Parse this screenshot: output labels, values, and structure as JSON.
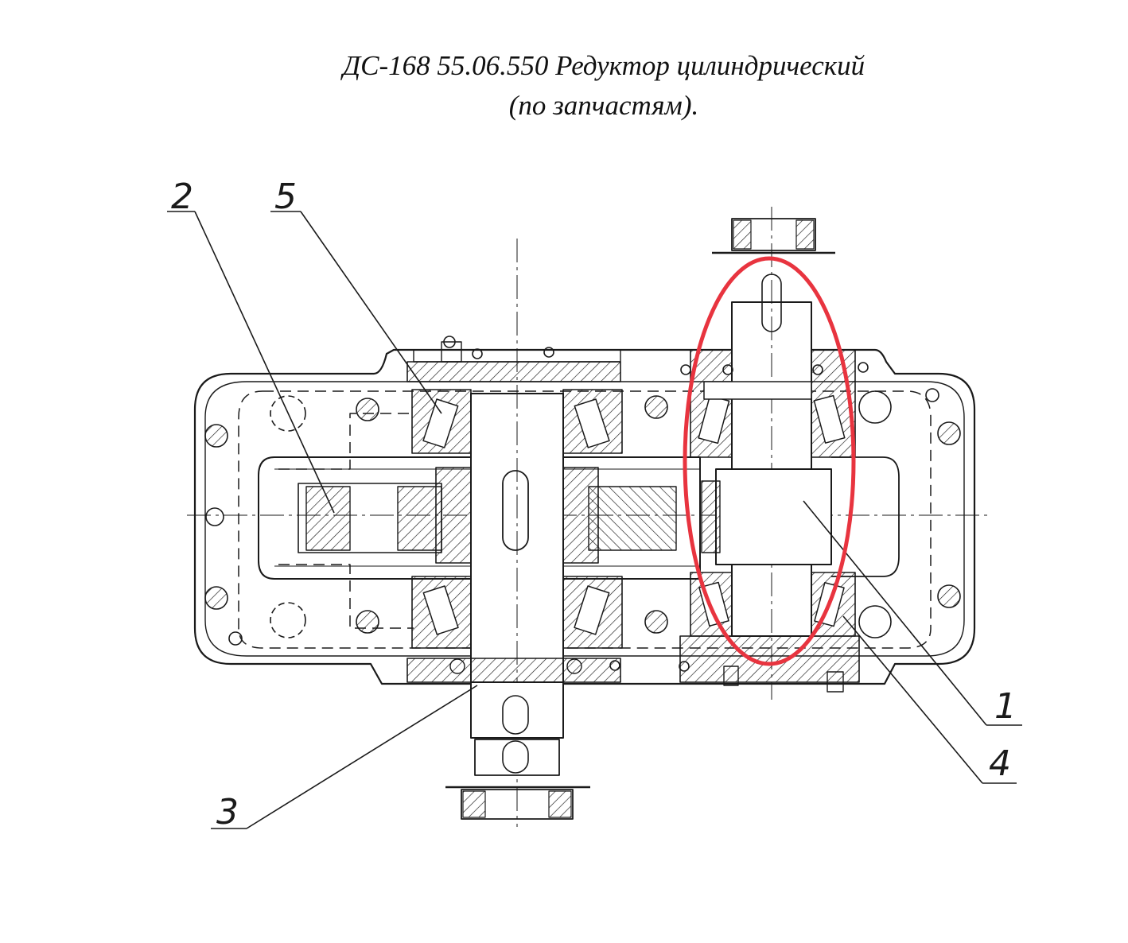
{
  "title": {
    "line1": "ДС-168 55.06.550 Редуктор цилиндрический",
    "line2": "(по запчастям)."
  },
  "callouts": [
    {
      "id": "1",
      "label": "1"
    },
    {
      "id": "2",
      "label": "2"
    },
    {
      "id": "3",
      "label": "3"
    },
    {
      "id": "4",
      "label": "4"
    },
    {
      "id": "5",
      "label": "5"
    }
  ],
  "colors": {
    "line": "#1a1a1a",
    "highlight": "#e8343f"
  }
}
